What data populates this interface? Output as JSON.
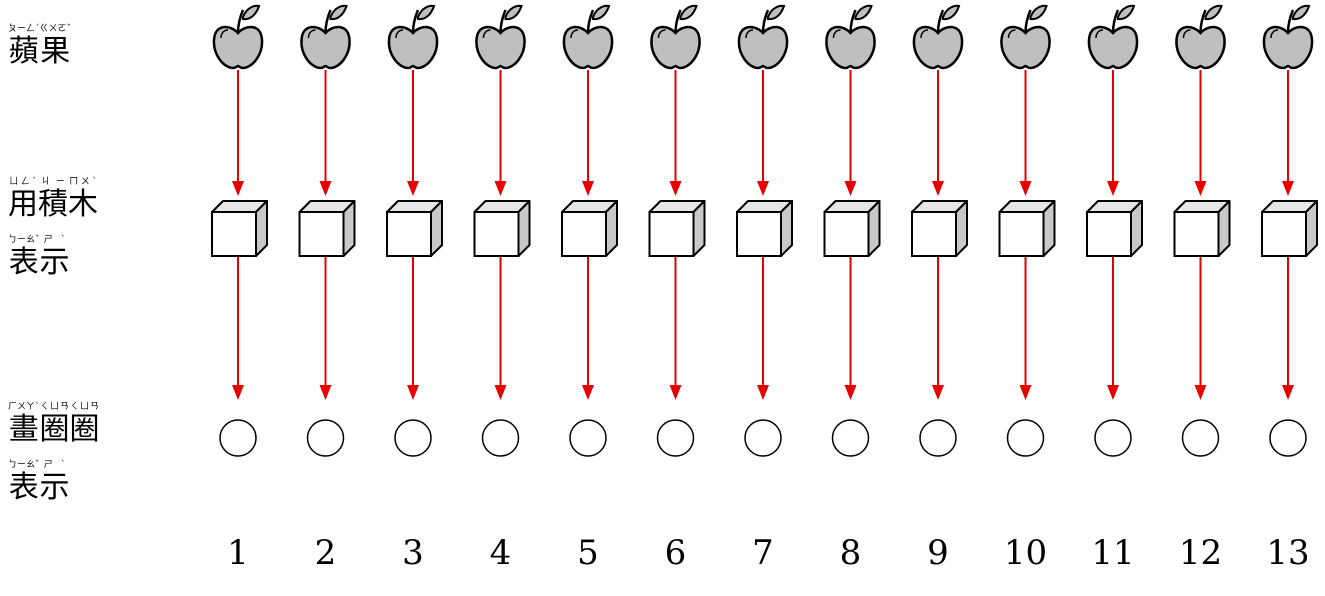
{
  "labels": {
    "apples": {
      "lines": [
        [
          {
            "char": "蘋",
            "bopomofo": "ㄆㄧㄥˊ"
          },
          {
            "char": "果",
            "bopomofo": "ㄍㄨㄛˇ"
          }
        ]
      ]
    },
    "blocks": {
      "lines": [
        [
          {
            "char": "用",
            "bopomofo": "ㄩㄥˋ"
          },
          {
            "char": "積",
            "bopomofo": "ㄐㄧ"
          },
          {
            "char": "木",
            "bopomofo": "ㄇㄨˋ"
          }
        ],
        [
          {
            "char": "表",
            "bopomofo": "ㄅㄧㄠˇ"
          },
          {
            "char": "示",
            "bopomofo": "ㄕˋ"
          }
        ]
      ]
    },
    "circles": {
      "lines": [
        [
          {
            "char": "畫",
            "bopomofo": "ㄏㄨㄚˋ"
          },
          {
            "char": "圈",
            "bopomofo": "ㄑㄩㄢ"
          },
          {
            "char": "圈",
            "bopomofo": "ㄑㄩㄢ"
          }
        ],
        [
          {
            "char": "表",
            "bopomofo": "ㄅㄧㄠˇ"
          },
          {
            "char": "示",
            "bopomofo": "ㄕˋ"
          }
        ]
      ]
    }
  },
  "numbers": [
    "1",
    "2",
    "3",
    "4",
    "5",
    "6",
    "7",
    "8",
    "9",
    "10",
    "11",
    "12",
    "13"
  ],
  "colors": {
    "arrow": "#e60000",
    "apple_fill": "#bfbfbf",
    "cube_front": "#ffffff",
    "cube_side": "#c8c8c8",
    "cube_top": "#e6e6e6",
    "outline": "#000000"
  },
  "icons": {
    "apple": "apple-icon",
    "block": "cube-icon",
    "circle": "circle-icon"
  }
}
